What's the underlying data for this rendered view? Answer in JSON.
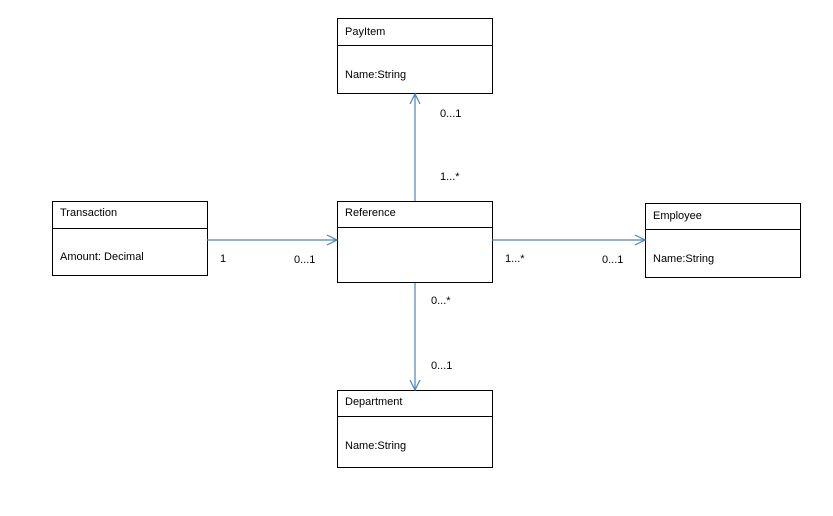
{
  "diagram": {
    "edge_color": "#4f81bd",
    "classes": {
      "payitem": {
        "name": "PayItem",
        "attr": "Name:String"
      },
      "transaction": {
        "name": "Transaction",
        "attr": "Amount: Decimal"
      },
      "reference": {
        "name": "Reference",
        "attr": ""
      },
      "employee": {
        "name": "Employee",
        "attr": "Name:String"
      },
      "department": {
        "name": "Department",
        "attr": "Name:String"
      }
    },
    "associations": {
      "reference_payitem": {
        "from_mult": "1...*",
        "to_mult": "0...1"
      },
      "transaction_reference": {
        "from_mult": "1",
        "to_mult": "0...1"
      },
      "reference_employee": {
        "from_mult": "1...*",
        "to_mult": "0...1"
      },
      "reference_department": {
        "from_mult": "0...*",
        "to_mult": "0...1"
      }
    }
  }
}
